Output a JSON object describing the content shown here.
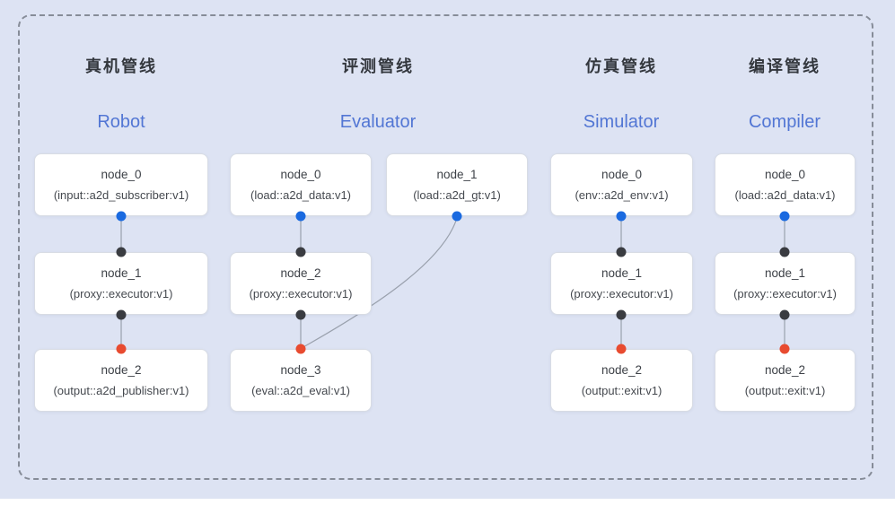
{
  "pipelines": [
    {
      "title_zh": "真机管线",
      "title_en": "Robot",
      "nodes": [
        {
          "name": "node_0",
          "type": "(input::a2d_subscriber:v1)",
          "bottom_port": "blue"
        },
        {
          "name": "node_1",
          "type": "(proxy::executor:v1)",
          "top_port": "black",
          "bottom_port": "black"
        },
        {
          "name": "node_2",
          "type": "(output::a2d_publisher:v1)",
          "top_port": "red"
        }
      ]
    },
    {
      "title_zh": "评测管线",
      "title_en": "Evaluator",
      "nodes": [
        {
          "name": "node_0",
          "type": "(load::a2d_data:v1)",
          "bottom_port": "blue"
        },
        {
          "name": "node_1",
          "type": "(load::a2d_gt:v1)",
          "bottom_port": "blue"
        },
        {
          "name": "node_2",
          "type": "(proxy::executor:v1)",
          "top_port": "black",
          "bottom_port": "black"
        },
        {
          "name": "node_3",
          "type": "(eval::a2d_eval:v1)",
          "top_port": "red"
        }
      ]
    },
    {
      "title_zh": "仿真管线",
      "title_en": "Simulator",
      "nodes": [
        {
          "name": "node_0",
          "type": "(env::a2d_env:v1)",
          "bottom_port": "blue"
        },
        {
          "name": "node_1",
          "type": "(proxy::executor:v1)",
          "top_port": "black",
          "bottom_port": "black"
        },
        {
          "name": "node_2",
          "type": "(output::exit:v1)",
          "top_port": "red"
        }
      ]
    },
    {
      "title_zh": "编译管线",
      "title_en": "Compiler",
      "nodes": [
        {
          "name": "node_0",
          "type": "(load::a2d_data:v1)",
          "bottom_port": "blue"
        },
        {
          "name": "node_1",
          "type": "(proxy::executor:v1)",
          "top_port": "black",
          "bottom_port": "black"
        },
        {
          "name": "node_2",
          "type": "(output::exit:v1)",
          "top_port": "red"
        }
      ]
    }
  ],
  "edges": [
    {
      "pipeline": "Robot",
      "from": "node_0",
      "to": "node_1",
      "shape": "straight"
    },
    {
      "pipeline": "Robot",
      "from": "node_1",
      "to": "node_2",
      "shape": "straight"
    },
    {
      "pipeline": "Evaluator",
      "from": "node_0",
      "to": "node_2",
      "shape": "straight"
    },
    {
      "pipeline": "Evaluator",
      "from": "node_1",
      "to": "node_3",
      "shape": "curve"
    },
    {
      "pipeline": "Evaluator",
      "from": "node_2",
      "to": "node_3",
      "shape": "straight"
    },
    {
      "pipeline": "Simulator",
      "from": "node_0",
      "to": "node_1",
      "shape": "straight"
    },
    {
      "pipeline": "Simulator",
      "from": "node_1",
      "to": "node_2",
      "shape": "straight"
    },
    {
      "pipeline": "Compiler",
      "from": "node_0",
      "to": "node_1",
      "shape": "straight"
    },
    {
      "pipeline": "Compiler",
      "from": "node_1",
      "to": "node_2",
      "shape": "straight"
    }
  ],
  "colors": {
    "background": "#dde3f3",
    "frame_dash": "#868c98",
    "node_bg": "#ffffff",
    "node_border": "#d8dce4",
    "title_zh": "#33373d",
    "title_en": "#5276d4",
    "edge": "#9aa1ad",
    "dot_blue": "#1a6ae0",
    "dot_black": "#3a3c41",
    "dot_red": "#e84b30"
  }
}
